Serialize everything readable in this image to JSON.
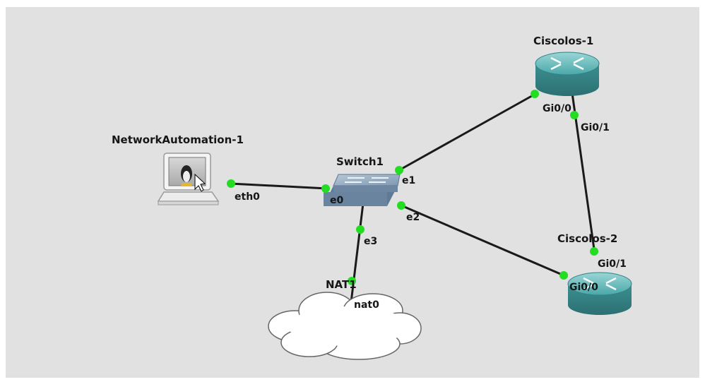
{
  "nodes": {
    "network_automation": {
      "label": "NetworkAutomation-1",
      "icon": "linux-workstation-icon"
    },
    "switch1": {
      "label": "Switch1",
      "icon": "ethernet-switch-icon"
    },
    "router1": {
      "label": "Ciscolos-1",
      "icon": "router-icon"
    },
    "router2": {
      "label": "Ciscolos-2",
      "icon": "router-icon"
    },
    "nat1": {
      "label": "NAT1",
      "icon": "cloud-icon"
    }
  },
  "ports": {
    "eth0": "eth0",
    "e0": "e0",
    "e1": "e1",
    "e2": "e2",
    "e3": "e3",
    "r1_gi00": "Gi0/0",
    "r1_gi01": "Gi0/1",
    "r2_gi01": "Gi0/1",
    "r2_gi00": "Gi0/0",
    "nat0": "nat0"
  },
  "links": [
    {
      "from": "NetworkAutomation-1 eth0",
      "to": "Switch1 e0"
    },
    {
      "from": "Switch1 e1",
      "to": "Ciscolos-1 Gi0/0"
    },
    {
      "from": "Switch1 e2",
      "to": "Ciscolos-2 Gi0/0"
    },
    {
      "from": "Switch1 e3",
      "to": "NAT1 nat0"
    },
    {
      "from": "Ciscolos-1 Gi0/1",
      "to": "Ciscolos-2 Gi0/1"
    }
  ],
  "colors": {
    "canvas": "#e1e1e1",
    "link": "#1a1a1a",
    "port_up": "#22dd22",
    "router_body": "#3e9a9c",
    "router_top": "#7cc7c8",
    "switch_body": "#7d97b3",
    "cloud": "#ffffff"
  }
}
